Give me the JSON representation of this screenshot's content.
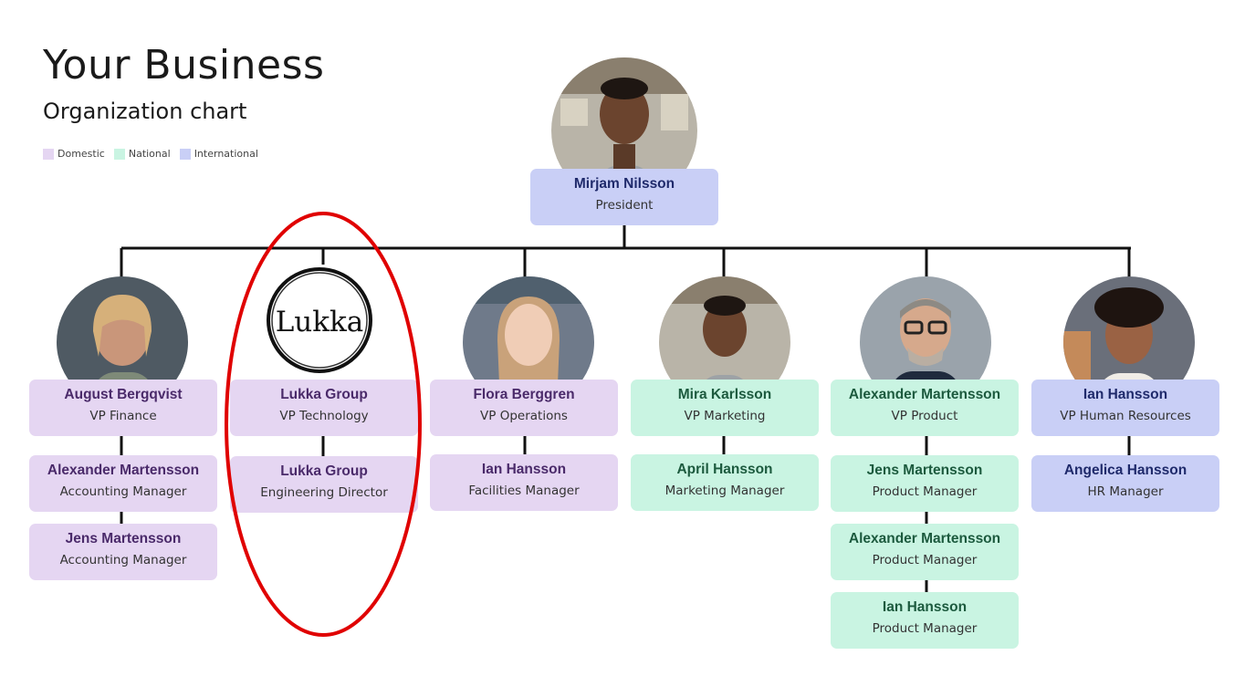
{
  "title": "Your Business",
  "subtitle": "Organization chart",
  "legend": [
    {
      "label": "Domestic",
      "color": "#e5d6f2"
    },
    {
      "label": "National",
      "color": "#c9f4e2"
    },
    {
      "label": "International",
      "color": "#c9cff6"
    }
  ],
  "logo": {
    "text": "Lukka"
  },
  "president": {
    "name": "Mirjam Nilsson",
    "role": "President"
  },
  "vp": [
    {
      "name": "August Bergqvist",
      "role": "VP Finance"
    },
    {
      "name": "Lukka Group",
      "role": "VP Technology"
    },
    {
      "name": "Flora Berggren",
      "role": "VP Operations"
    },
    {
      "name": "Mira Karlsson",
      "role": "VP Marketing"
    },
    {
      "name": "Alexander Martensson",
      "role": "VP Product"
    },
    {
      "name": "Ian Hansson",
      "role": "VP Human Resources"
    }
  ],
  "reports": {
    "finance": [
      {
        "name": "Alexander Martensson",
        "role": "Accounting Manager"
      },
      {
        "name": "Jens Martensson",
        "role": "Accounting Manager"
      }
    ],
    "technology": [
      {
        "name": "Lukka Group",
        "role": "Engineering Director"
      }
    ],
    "operations": [
      {
        "name": "Ian Hansson",
        "role": "Facilities Manager"
      }
    ],
    "marketing": [
      {
        "name": "April Hansson",
        "role": "Marketing Manager"
      }
    ],
    "product": [
      {
        "name": "Jens Martensson",
        "role": "Product Manager"
      },
      {
        "name": "Alexander Martensson",
        "role": "Product Manager"
      },
      {
        "name": "Ian Hansson",
        "role": "Product Manager"
      }
    ],
    "hr": [
      {
        "name": "Angelica Hansson",
        "role": "HR Manager"
      }
    ]
  }
}
